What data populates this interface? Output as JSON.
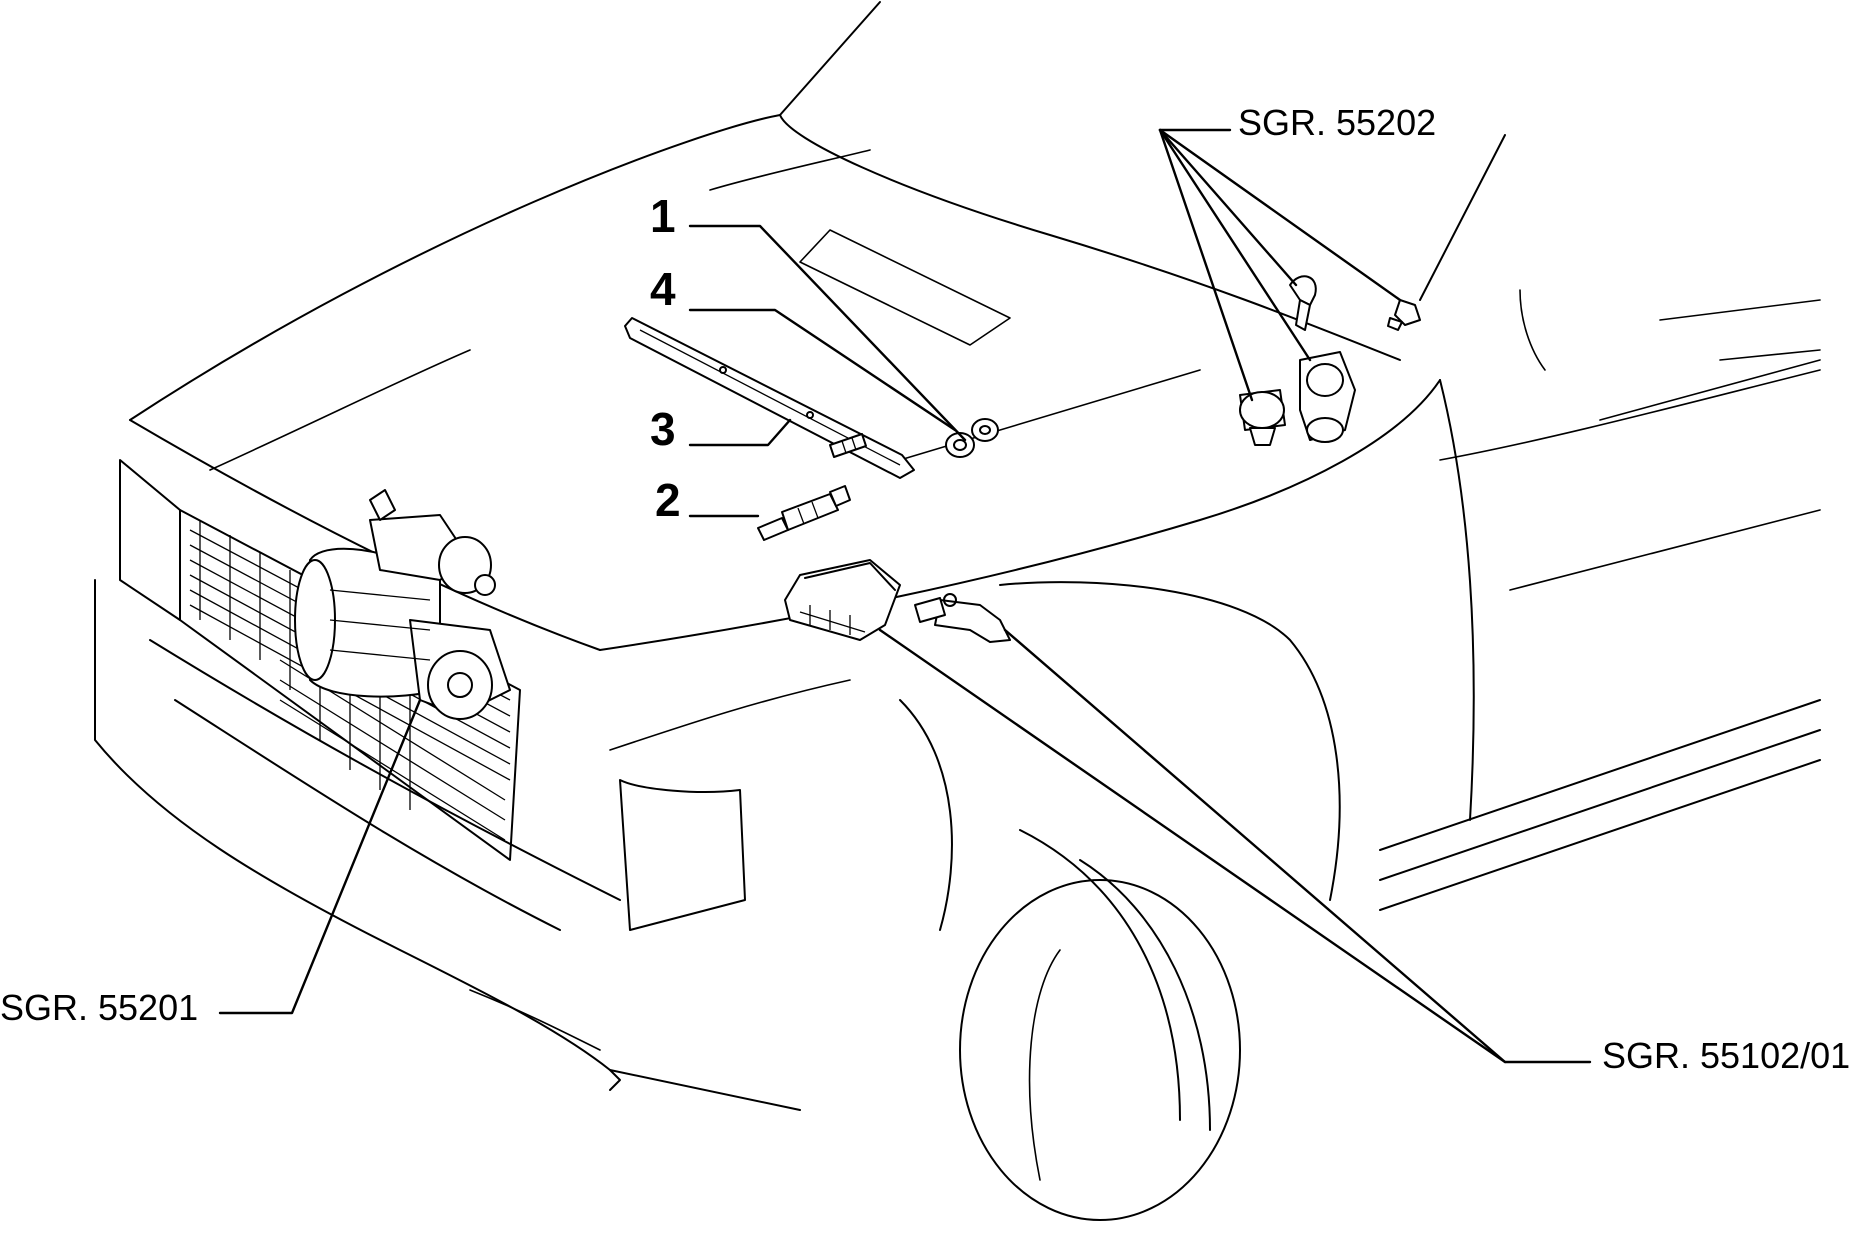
{
  "callouts": {
    "item1": "1",
    "item4": "4",
    "item3": "3",
    "item2": "2",
    "ref_top_right": "SGR. 55202",
    "ref_left": "SGR. 55201",
    "ref_bottom_right": "SGR. 55102/01"
  },
  "colors": {
    "line": "#000000",
    "background": "#ffffff"
  }
}
